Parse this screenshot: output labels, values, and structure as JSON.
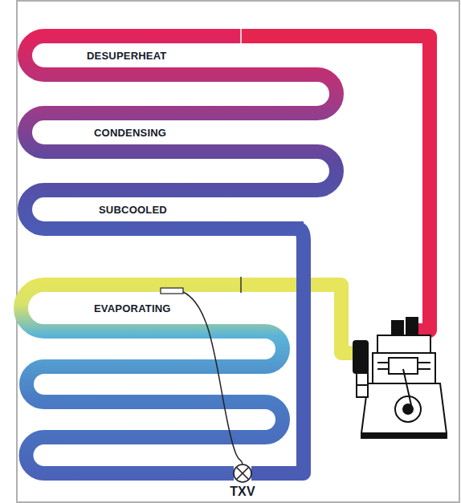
{
  "diagram": {
    "labels": [
      "DESUPERHEAT",
      "CONDENSING",
      "SUBCOOLED",
      "EVAPORATING",
      "TXV"
    ]
  }
}
